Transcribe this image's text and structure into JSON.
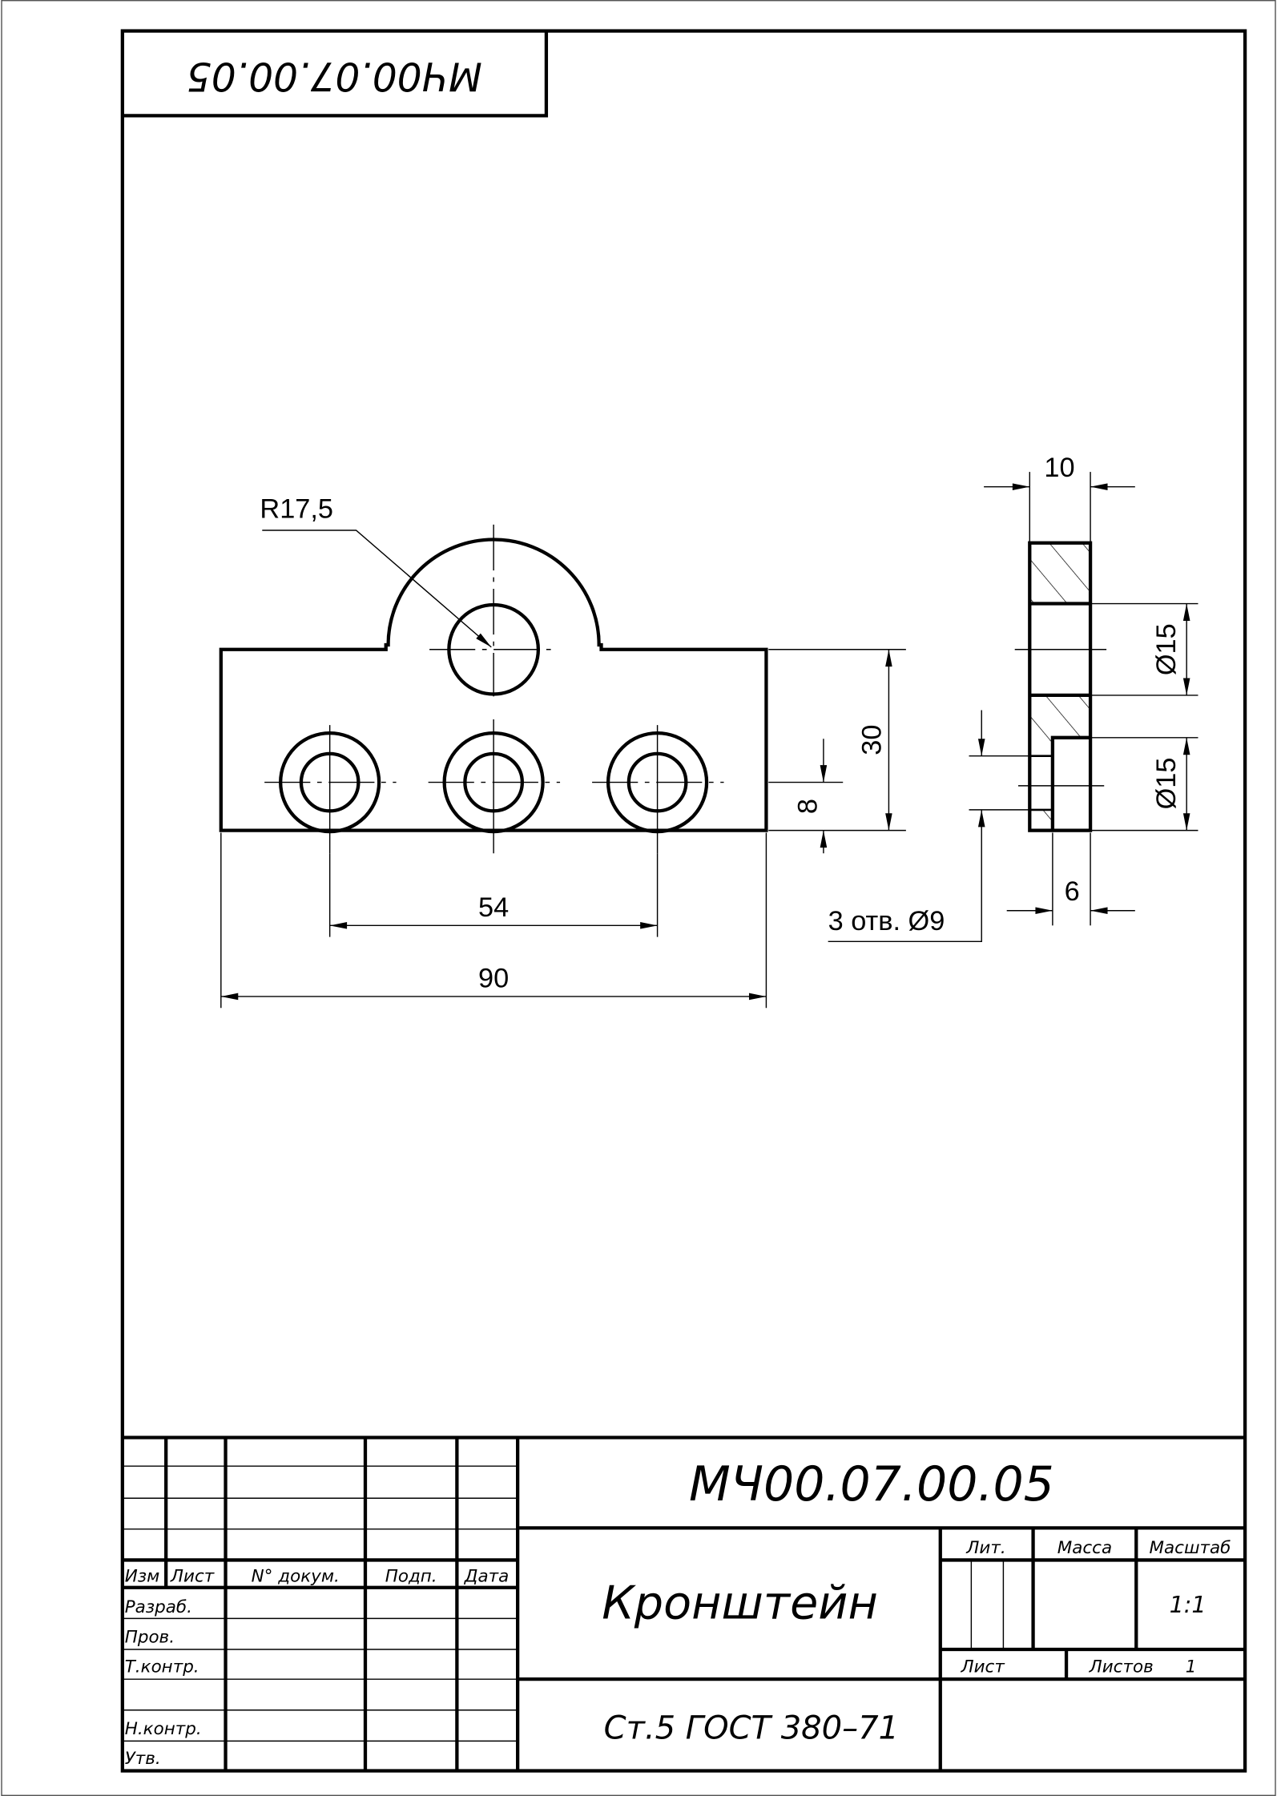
{
  "stamp_top": {
    "code_mirrored": "МЧ00.07.00.05"
  },
  "front_view": {
    "radius_label": "R17,5",
    "dim_height": "30",
    "dim_offset": "8",
    "dim_hole_spacing": "54",
    "dim_length": "90"
  },
  "side_view": {
    "dim_thickness": "10",
    "dim_bore_diameter": "Ø15",
    "dim_counterbore_diameter": "Ø15",
    "dim_counterbore_depth": "6",
    "holes_note": "3 отв. Ø9"
  },
  "title_block": {
    "designation": "МЧ00.07.00.05",
    "part_name": "Кронштейн",
    "material": "Ст.5  ГОСТ 380–71",
    "headers": {
      "izm": "Изм",
      "list": "Лист",
      "doc_no": "N° докум.",
      "sign": "Подп.",
      "date": "Дата"
    },
    "roles": {
      "developer": "Разраб.",
      "checker": "Пров.",
      "tech_control": "Т.контр.",
      "norm_control": "Н.контр.",
      "approved": "Утв."
    },
    "lit_label": "Лит.",
    "mass_label": "Масса",
    "scale_label": "Масштаб",
    "scale_value": "1:1",
    "sheet_label": "Лист",
    "sheets_label": "Листов",
    "sheets_value": "1"
  }
}
